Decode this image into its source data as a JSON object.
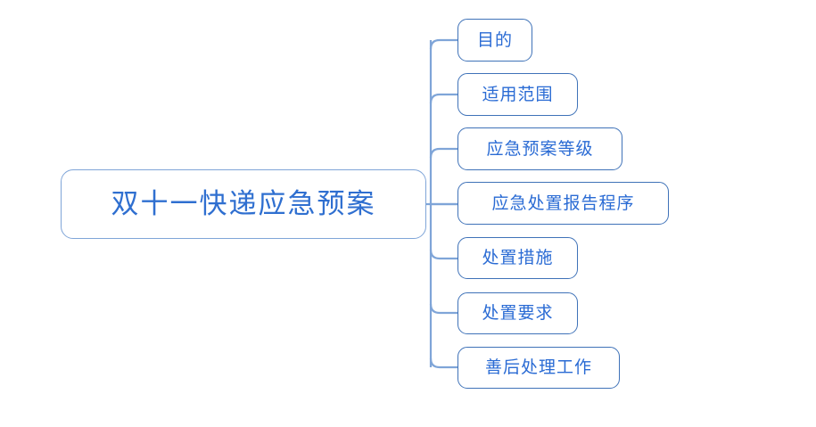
{
  "diagram": {
    "type": "mind-map",
    "orientation": "left-to-right",
    "background_color": "#ffffff",
    "root": {
      "label": "双十一快递应急预案",
      "border_color": "#7fa5d8",
      "text_color": "#2f6fd0"
    },
    "connector_color": "#7fa5d8",
    "child_border_color": "#3f72b8",
    "child_text_color": "#2a6bd4",
    "children": [
      {
        "label": "目的"
      },
      {
        "label": "适用范围"
      },
      {
        "label": "应急预案等级"
      },
      {
        "label": "应急处置报告程序"
      },
      {
        "label": "处置措施"
      },
      {
        "label": "处置要求"
      },
      {
        "label": "善后处理工作"
      }
    ]
  }
}
